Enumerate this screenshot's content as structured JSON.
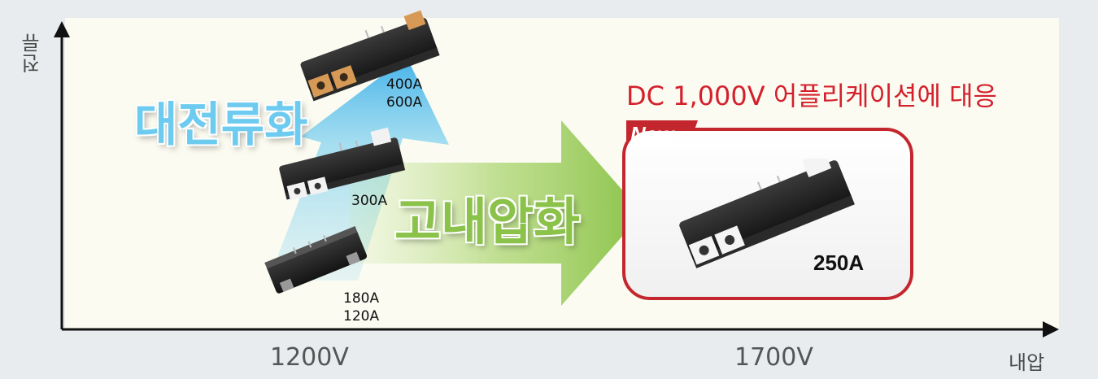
{
  "y_axis": {
    "label": "전류"
  },
  "x_axis": {
    "label": "내압",
    "ticks": [
      "1200V",
      "1700V"
    ]
  },
  "growth_labels": {
    "vertical": "대전류화",
    "horizontal": "고내압화"
  },
  "modules": [
    {
      "ratings": [
        "180A",
        "120A"
      ]
    },
    {
      "ratings": [
        "300A"
      ]
    },
    {
      "ratings": [
        "400A",
        "600A"
      ]
    }
  ],
  "new_product": {
    "headline": "DC 1,000V 어플리케이션에 대응",
    "badge": "New",
    "rating": "250A",
    "frame_color": "#c3272d"
  },
  "colors": {
    "blue_arrow": "#6ecbf0",
    "green_arrow": "#8bc34a",
    "headline": "#d4202c"
  }
}
